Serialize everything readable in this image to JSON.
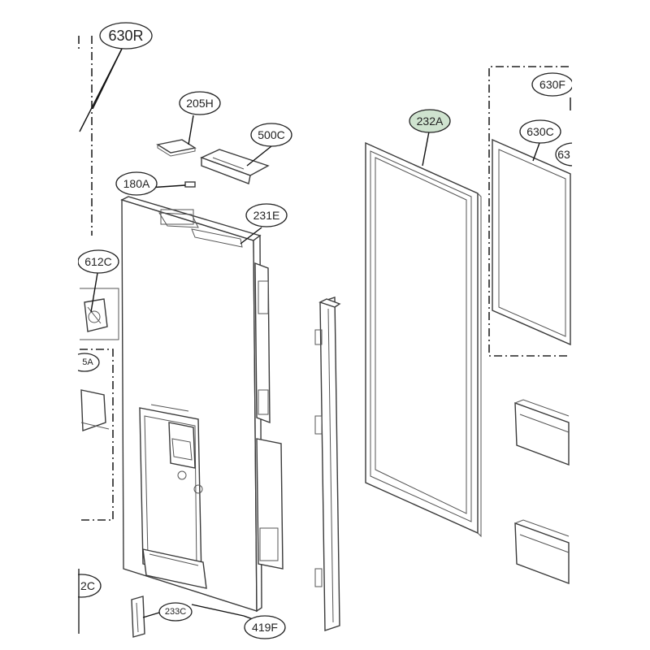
{
  "diagram": {
    "callouts": [
      {
        "id": "630R",
        "highlight": false
      },
      {
        "id": "205H",
        "highlight": false
      },
      {
        "id": "500C",
        "highlight": false
      },
      {
        "id": "180A",
        "highlight": false
      },
      {
        "id": "231E",
        "highlight": false
      },
      {
        "id": "612C",
        "highlight": false
      },
      {
        "id": "232A",
        "highlight": true
      },
      {
        "id": "630F",
        "highlight": false
      },
      {
        "id": "630C",
        "highlight": false
      },
      {
        "id": "233C",
        "highlight": false
      },
      {
        "id": "419F",
        "highlight": false
      }
    ],
    "partial_labels": [
      "63",
      "5A",
      "2C"
    ],
    "highlight_color": "#cfe3cf"
  }
}
